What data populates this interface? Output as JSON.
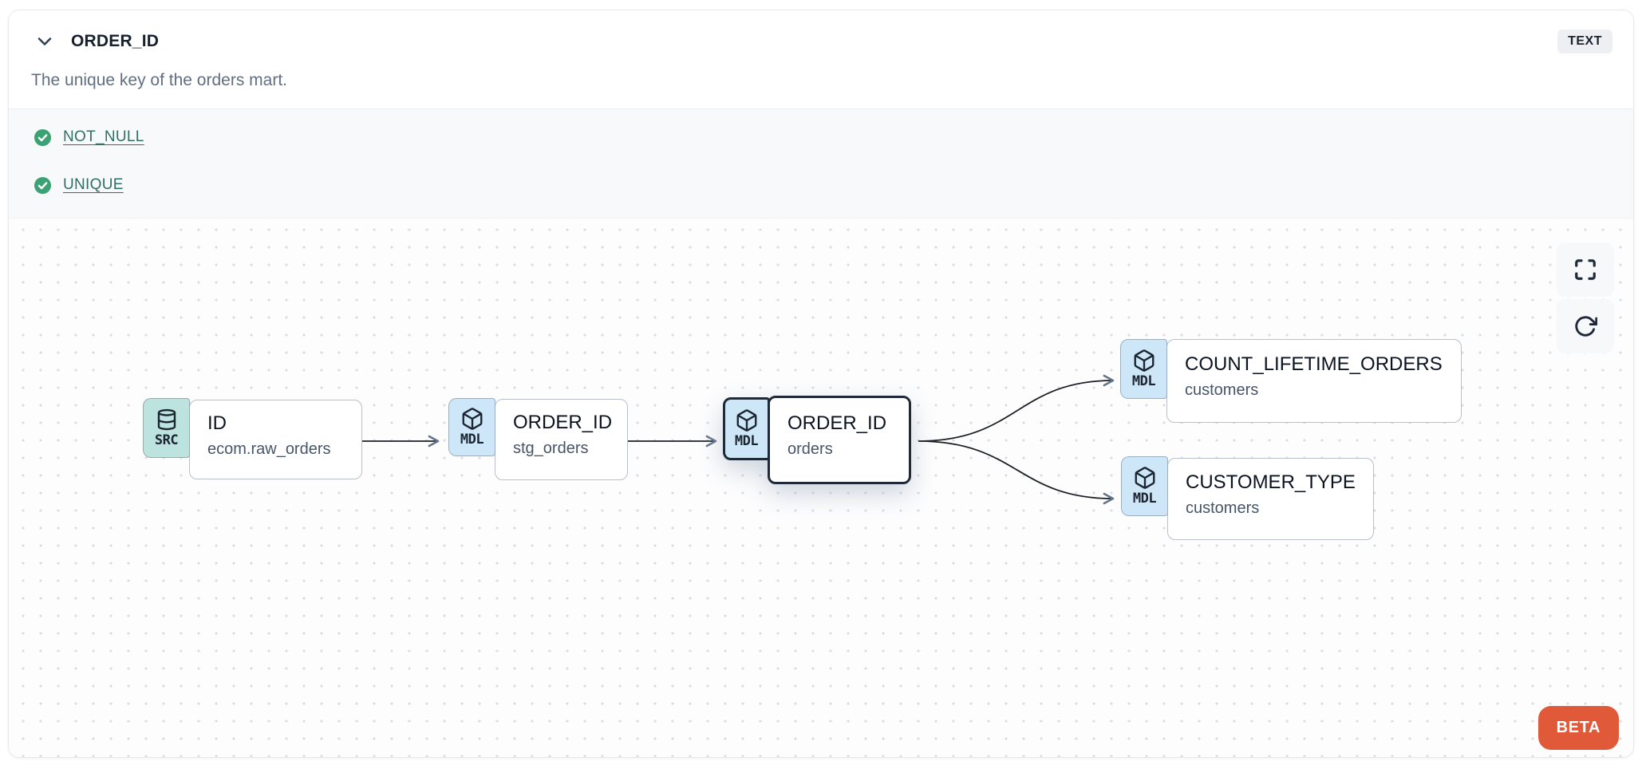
{
  "header": {
    "title": "ORDER_ID",
    "type_badge": "TEXT",
    "description": "The unique key of the orders mart."
  },
  "tests": [
    {
      "name": "NOT_NULL",
      "status": "pass"
    },
    {
      "name": "UNIQUE",
      "status": "pass"
    }
  ],
  "lineage": {
    "beta_label": "BETA",
    "nodes": [
      {
        "badge": "SRC",
        "icon": "database-icon",
        "title": "ID",
        "subtitle": "ecom.raw_orders",
        "selected": false
      },
      {
        "badge": "MDL",
        "icon": "box-icon",
        "title": "ORDER_ID",
        "subtitle": "stg_orders",
        "selected": false
      },
      {
        "badge": "MDL",
        "icon": "box-icon",
        "title": "ORDER_ID",
        "subtitle": "orders",
        "selected": true
      },
      {
        "badge": "MDL",
        "icon": "box-icon",
        "title": "COUNT_LIFETIME_ORDERS",
        "subtitle": "customers",
        "selected": false
      },
      {
        "badge": "MDL",
        "icon": "box-icon",
        "title": "CUSTOMER_TYPE",
        "subtitle": "customers",
        "selected": false
      }
    ],
    "controls": [
      {
        "icon": "fullscreen-icon"
      },
      {
        "icon": "refresh-icon"
      }
    ]
  },
  "colors": {
    "src_badge": "#bce3de",
    "mdl_badge": "#cde7f8",
    "selected_border": "#1f2937",
    "check_green": "#3aa273",
    "test_link": "#2f6f66",
    "beta_bg": "#e05a3a",
    "edge": "#1c1f24"
  }
}
